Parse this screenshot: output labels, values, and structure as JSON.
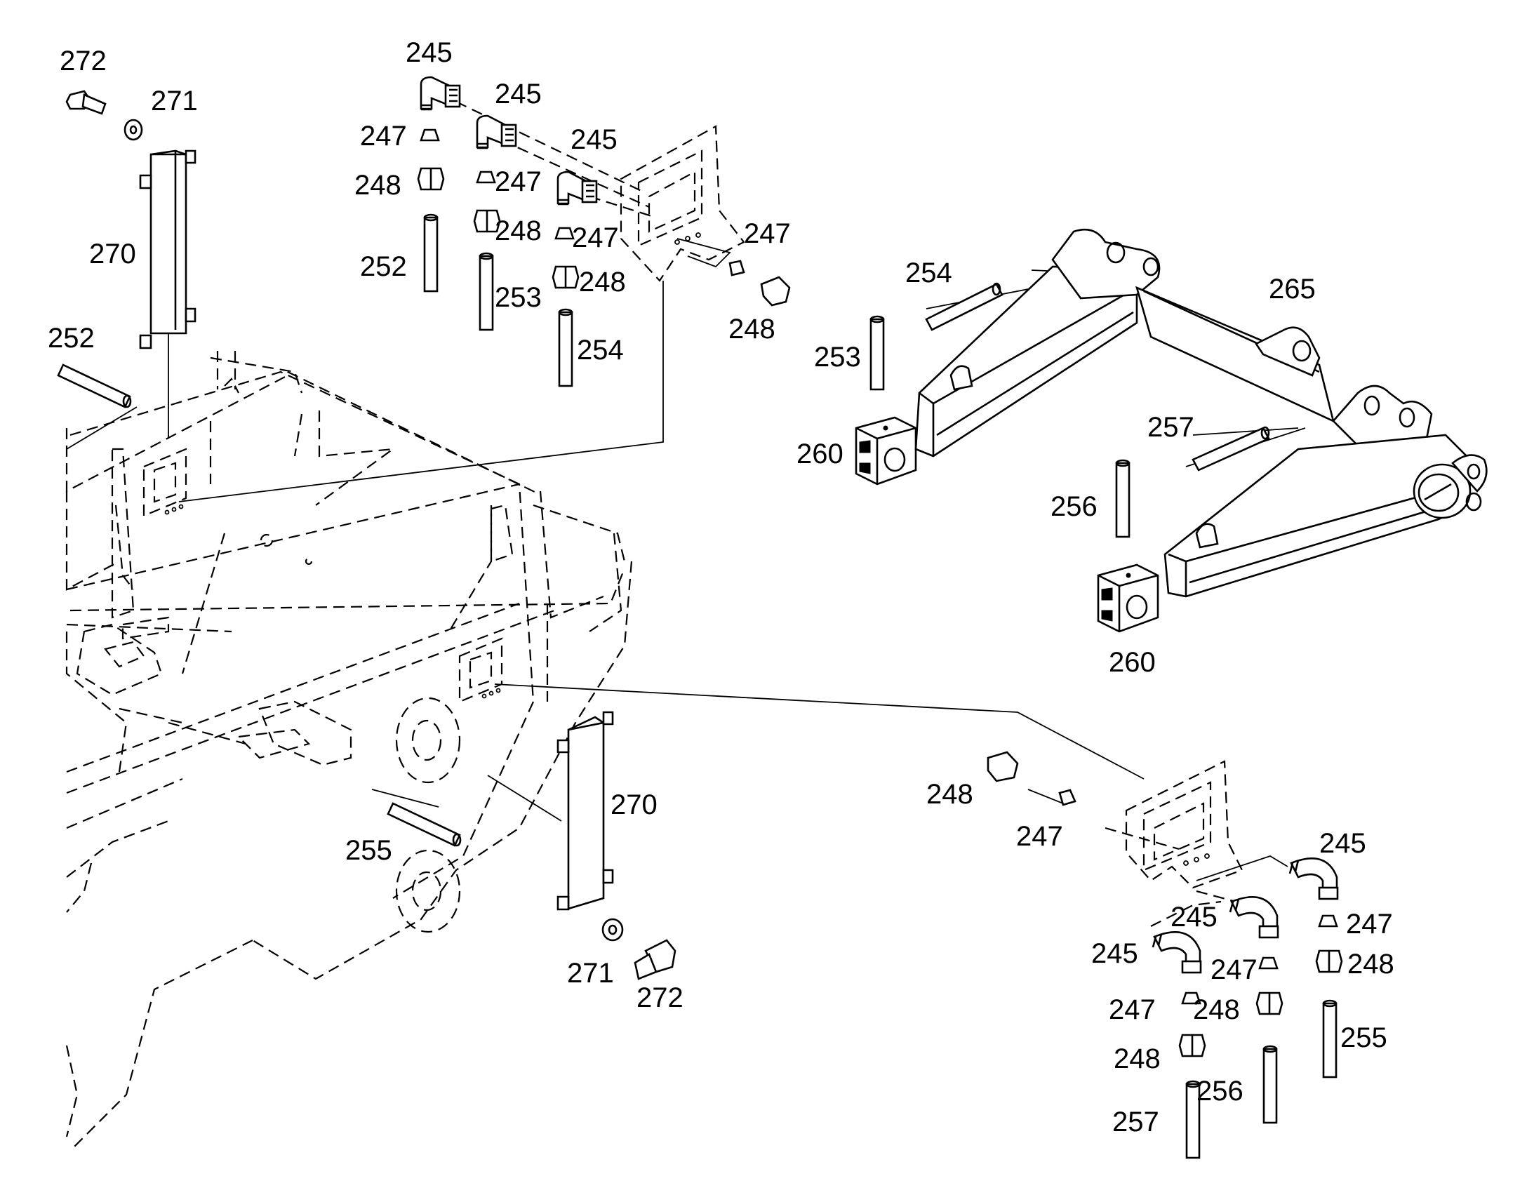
{
  "labels": {
    "l272a": "272",
    "l271a": "271",
    "l270a": "270",
    "l252a": "252",
    "l245a": "245",
    "l245b": "245",
    "l245c": "245",
    "l247a": "247",
    "l247b": "247",
    "l247c": "247",
    "l247d": "247",
    "l248a": "248",
    "l248b": "248",
    "l248c": "248",
    "l248d": "248",
    "l252b": "252",
    "l253a": "253",
    "l254a": "254",
    "l254b": "254",
    "l253b": "253",
    "l260a": "260",
    "l265": "265",
    "l257a": "257",
    "l256a": "256",
    "l260b": "260",
    "l270b": "270",
    "l255a": "255",
    "l271b": "271",
    "l272b": "272",
    "l248e": "248",
    "l247e": "247",
    "l245d": "245",
    "l245e": "245",
    "l245f": "245",
    "l247f": "247",
    "l247g": "247",
    "l247h": "247",
    "l248f": "248",
    "l248g": "248",
    "l248h": "248",
    "l255b": "255",
    "l256b": "256",
    "l257b": "257"
  }
}
